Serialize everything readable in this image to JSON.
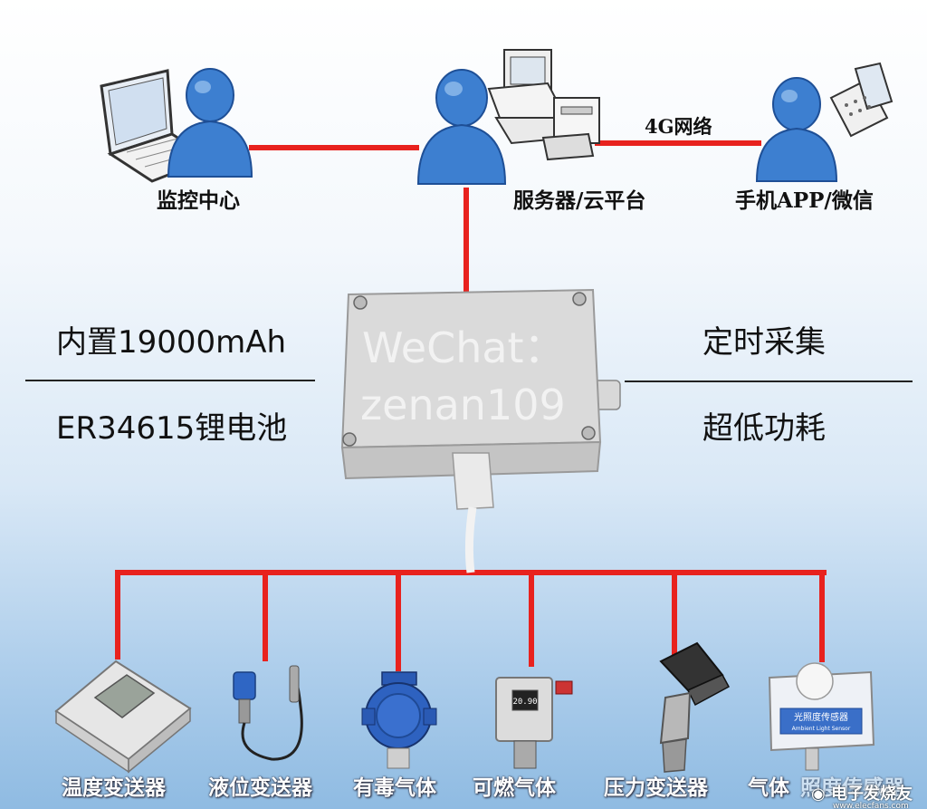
{
  "nodes": {
    "monitor": "监控中心",
    "server": "服务器/云平台",
    "mobile": "手机APP/微信"
  },
  "link_label": "4G网络",
  "left_info": {
    "line1": "内置19000mAh",
    "line2": "ER34615锂电池"
  },
  "right_info": {
    "line1": "定时采集",
    "line2": "超低功耗"
  },
  "watermark": {
    "line1": "WeChat：",
    "line2": "zenan109"
  },
  "sensors": [
    "温度变送器",
    "液位变送器",
    "有毒气体",
    "可燃气体",
    "压力变送器",
    "气体",
    "照度传感器"
  ],
  "device_labels": {
    "gas_reading": "20.90",
    "light_sensor_cn": "光照度传感器",
    "light_sensor_en": "Ambient Light Sensor"
  },
  "logo": {
    "name": "电子发烧友",
    "url": "www.elecfans.com"
  },
  "colors": {
    "link": "#e8221e",
    "person": "#3d7fd0"
  }
}
